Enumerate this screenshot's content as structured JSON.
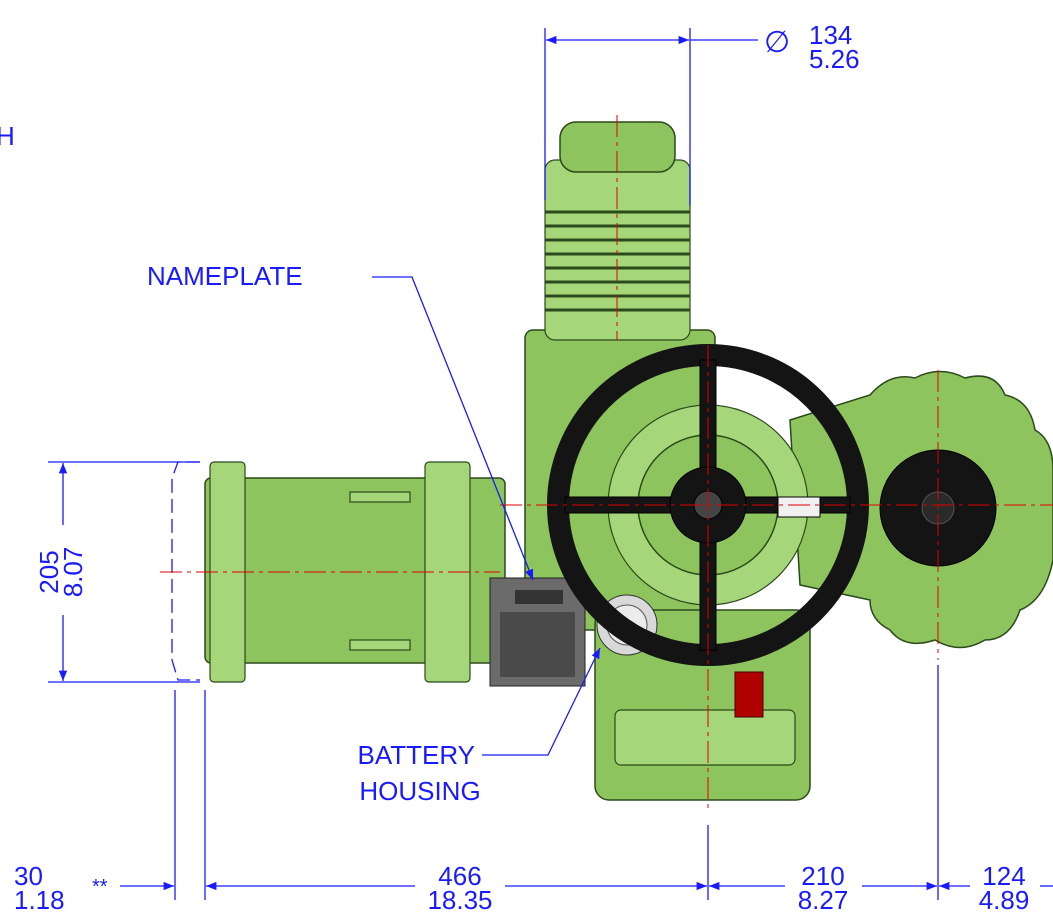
{
  "partial_text_top_left": "H",
  "dimensions": {
    "diameter_symbol": "∅",
    "top_diameter": {
      "mm": "134",
      "in": "5.26"
    },
    "height": {
      "mm": "205",
      "in": "8.07"
    },
    "bottom_left": {
      "mm": "30",
      "in": "1.18",
      "note": "**"
    },
    "bottom_466": {
      "mm": "466",
      "in": "18.35"
    },
    "bottom_210": {
      "mm": "210",
      "in": "8.27"
    },
    "bottom_124": {
      "mm": "124",
      "in": "4.89"
    }
  },
  "callouts": {
    "nameplate": "NAMEPLATE",
    "battery_line1": "BATTERY",
    "battery_line2": "HOUSING"
  },
  "colors": {
    "dimension": "#1a1aff",
    "centerline": "#e00000",
    "actuator_body": "#8ec45e",
    "handwheel": "#141414"
  }
}
